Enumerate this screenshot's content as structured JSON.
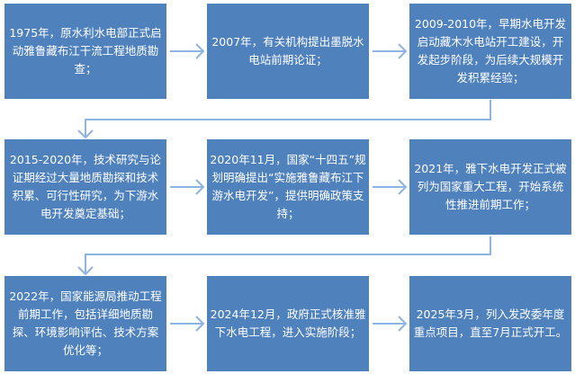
{
  "steps": [
    {
      "text": "1975年，原水利水电部正式启动雅鲁藏布江干流工程地质勘查；"
    },
    {
      "text": "2007年，有关机构提出墨脱水电站前期论证；"
    },
    {
      "text": "2009-2010年，早期水电开发启动藏木水电站开工建设，开发起步阶段，为后续大规模开发积累经验；"
    },
    {
      "text": "2015-2020年，技术研究与论证期经过大量地质勘探和技术积累、可行性研究，为下游水电开发奠定基础；"
    },
    {
      "text": "2020年11月，国家“十四五”规划明确提出“实施雅鲁藏布江下游水电开发”，提供明确政策支持；"
    },
    {
      "text": "2021年，雅下水电开发正式被列为国家重大工程，开始系统性推进前期工作；"
    },
    {
      "text": "2022年，国家能源局推动工程前期工作，包括详细地质勘探、环境影响评估、技术方案优化等；"
    },
    {
      "text": "2024年12月，政府正式核准雅下水电工程，进入实施阶段；"
    },
    {
      "text": "2025年3月，列入发改委年度重点项目，直至7月正式开工。"
    }
  ],
  "colors": {
    "box": "#4F81BD",
    "arrow": "#8EB4E3",
    "text": "#FFFFFF"
  }
}
